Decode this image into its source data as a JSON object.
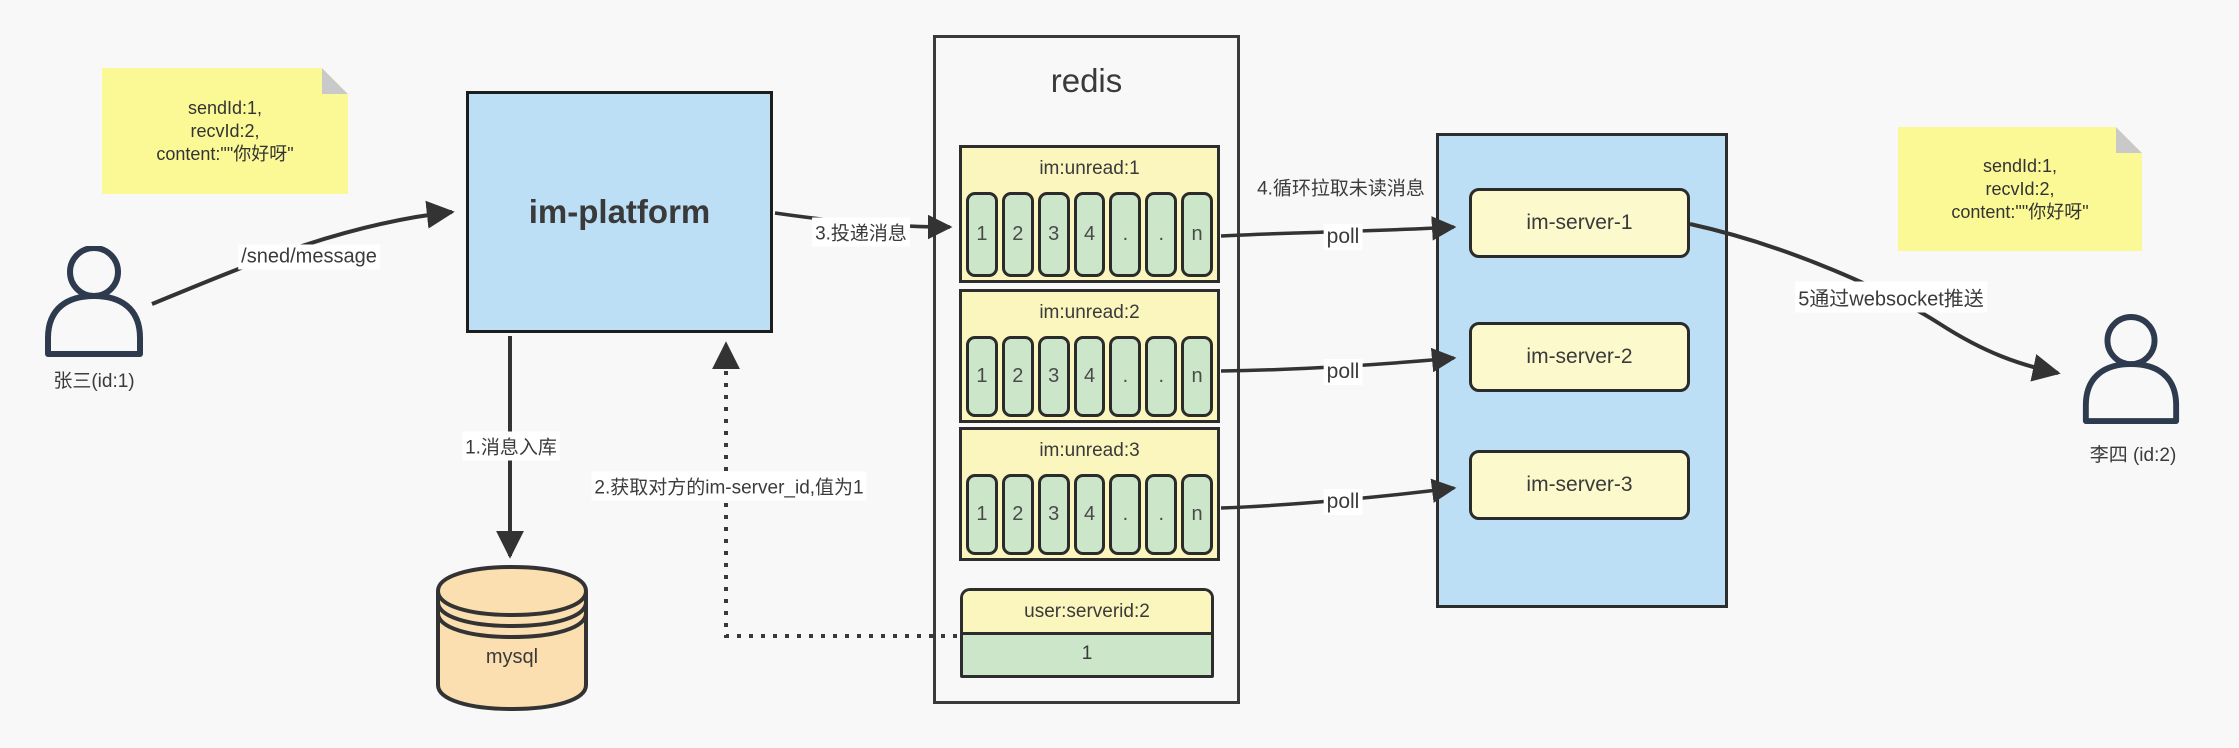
{
  "notes": {
    "left": {
      "lines": [
        "sendId:1,",
        "recvId:2,",
        "content:\"\"你好呀\""
      ]
    },
    "right": {
      "lines": [
        "sendId:1,",
        "recvId:2,",
        "content:\"\"你好呀\""
      ]
    }
  },
  "actors": {
    "sender": {
      "label": "张三(id:1)"
    },
    "receiver": {
      "label": "李四 (id:2)"
    }
  },
  "platform": {
    "label": "im-platform"
  },
  "mysql": {
    "label": "mysql"
  },
  "redis": {
    "title": "redis",
    "queues": [
      {
        "name": "im:unread:1",
        "cells": [
          "1",
          "2",
          "3",
          "4",
          ".",
          ".",
          "n"
        ]
      },
      {
        "name": "im:unread:2",
        "cells": [
          "1",
          "2",
          "3",
          "4",
          ".",
          ".",
          "n"
        ]
      },
      {
        "name": "im:unread:3",
        "cells": [
          "1",
          "2",
          "3",
          "4",
          ".",
          ".",
          "n"
        ]
      }
    ],
    "kv": {
      "key": "user:serverid:2",
      "value": "1"
    }
  },
  "servers": {
    "items": [
      {
        "label": "im-server-1"
      },
      {
        "label": "im-server-2"
      },
      {
        "label": "im-server-3"
      }
    ]
  },
  "edges": {
    "send": "/sned/message",
    "step1": "1.消息入库",
    "step2": "2.获取对方的im-server_id,值为1",
    "step3": "3.投递消息",
    "step4": "4.循环拉取未读消息",
    "poll": "poll",
    "step5": "5通过websocket推送"
  },
  "colors": {
    "canvas_bg": "#f8f8f8",
    "note_yellow": "#fbf995",
    "note_fold": "#c9c9c9",
    "platform_blue": "#bddff6",
    "server_group_blue": "#bddff6",
    "server_yellow": "#fcf9cc",
    "queue_yellow": "#fbf6bd",
    "cell_green": "#cbe6c8",
    "mysql_orange": "#fbdfb0",
    "line_dark": "#333333",
    "person_navy": "#2e3b4e"
  }
}
